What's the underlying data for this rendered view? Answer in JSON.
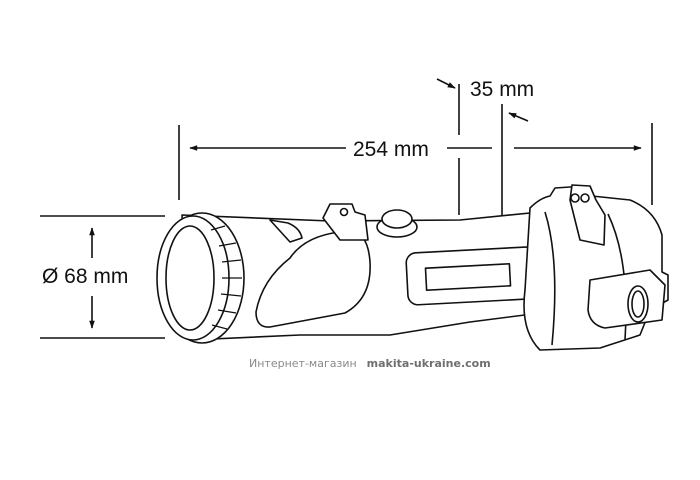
{
  "diagram": {
    "subject": "flashlight dimensional drawing",
    "stroke_color": "#111111",
    "dimensions": {
      "length": {
        "label": "254 mm",
        "value": 254,
        "unit": "mm"
      },
      "handle_offset": {
        "label": "35 mm",
        "value": 35,
        "unit": "mm"
      },
      "diameter": {
        "label": "Ø 68 mm",
        "value": 68,
        "unit": "mm"
      }
    }
  },
  "watermark": {
    "prefix": "Интернет-магазин",
    "site": "makita-ukraine.com"
  }
}
